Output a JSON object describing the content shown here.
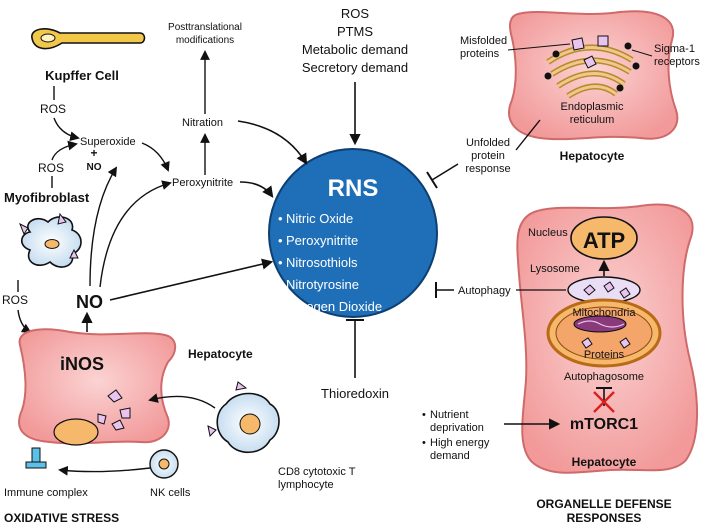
{
  "rns": {
    "title": "RNS",
    "items": [
      "Nitric Oxide",
      "Peroxynitrite",
      "Nitrosothiols",
      "Nitrotyrosine",
      "Nitrogen Dioxide"
    ]
  },
  "top_center": {
    "posttranslational": [
      "Posttranslational",
      "modifications"
    ],
    "inputs": [
      "ROS",
      "PTMS",
      "Metabolic demand",
      "Secretory demand"
    ]
  },
  "left": {
    "kupffer": "Kupffer Cell",
    "ros1": "ROS",
    "ros2": "ROS",
    "ros3": "ROS",
    "superoxide": "Superoxide",
    "plus": "+",
    "no_small": "NO",
    "nitration": "Nitration",
    "peroxynitrite": "Peroxynitrite",
    "myofibroblast": "Myofibroblast",
    "no_big": "NO",
    "inos": "iNOS",
    "hepatocyte": "Hepatocyte",
    "cd8": [
      "CD8 cytotoxic T",
      "lymphocyte"
    ],
    "nk": "NK cells",
    "immune": "Immune complex",
    "section": "OXIDATIVE STRESS"
  },
  "center_bottom": {
    "thioredoxin": "Thioredoxin"
  },
  "right_top": {
    "misfolded": [
      "Misfolded",
      "proteins"
    ],
    "sigma": [
      "Sigma-1",
      "receptors"
    ],
    "er": [
      "Endoplasmic",
      "reticulum"
    ],
    "hepatocyte": "Hepatocyte",
    "upr": [
      "Unfolded",
      "protein",
      "response"
    ]
  },
  "right_bottom": {
    "nucleus": "Nucleus",
    "atp": "ATP",
    "lysosome": "Lysosome",
    "mitochondria": "Mitochondria",
    "proteins": "Proteins",
    "autophagosome": "Autophagosome",
    "autophagy": "Autophagy",
    "mtorc1": "mTORC1",
    "nutrient": [
      "Nutrient",
      "deprivation"
    ],
    "high_energy": [
      "High energy",
      "demand"
    ],
    "bullet": "•",
    "hepatocyte": "Hepatocyte",
    "section": [
      "ORGANELLE DEFENSE",
      "RESPONSES"
    ]
  },
  "colors": {
    "rns_fill": "#1f6fb8",
    "hepatocyte_fill": "#f4a5a5",
    "hepatocyte_edge": "#d06a6a",
    "nucleus_fill": "#f6b86a",
    "kupffer_fill": "#f2c84a",
    "purple": "#e8c4ef",
    "cell_blue": "#cfe3f3"
  }
}
